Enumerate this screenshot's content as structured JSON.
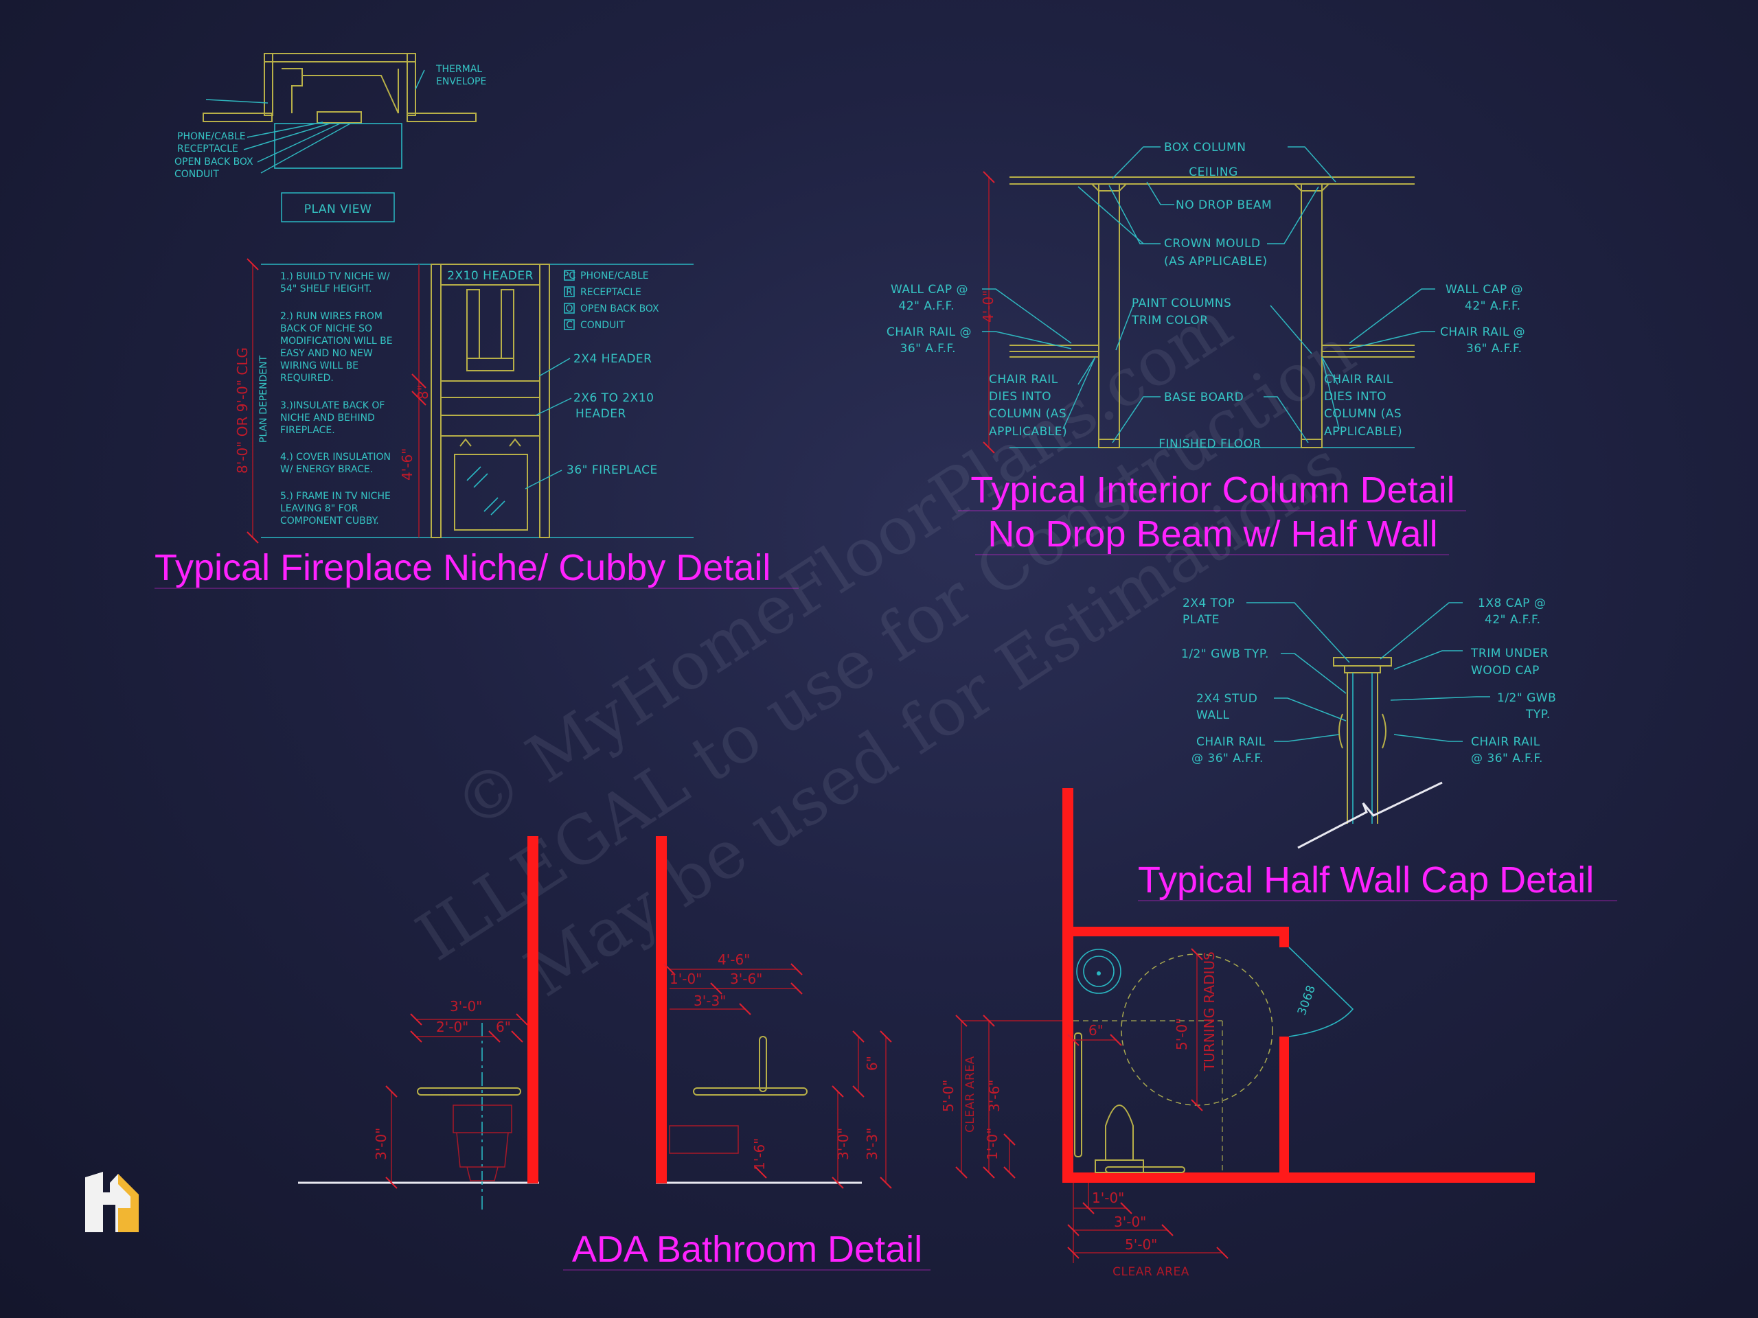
{
  "titles": {
    "fireplace": "Typical Fireplace Niche/ Cubby Detail",
    "column_line1": "Typical Interior Column Detail",
    "column_line2": "No Drop Beam w/ Half Wall",
    "halfwall": "Typical Half Wall Cap Detail",
    "ada": "ADA Bathroom Detail"
  },
  "watermark": {
    "line1": "© MyHomeFloorPlans.com",
    "line2": "ILLEGAL to use for Construction",
    "line3": "May be used for Estimations"
  },
  "fireplace": {
    "plan_view_label": "PLAN VIEW",
    "thermal_1": "THERMAL",
    "thermal_2": "ENVELOPE",
    "plan_labels": [
      "PHONE/CABLE",
      "RECEPTACLE",
      "OPEN BACK BOX",
      "CONDUIT"
    ],
    "notes": [
      "1.) BUILD TV NICHE W/",
      "54\" SHELF HEIGHT.",
      "2.) RUN WIRES FROM",
      "BACK OF NICHE SO",
      "MODIFICATION WILL BE",
      "EASY AND NO NEW",
      "WIRING WILL BE",
      "REQUIRED.",
      "3.)INSULATE BACK OF",
      "NICHE AND BEHIND",
      "FIREPLACE.",
      "4.) COVER INSULATION",
      "W/ ENERGY BRACE.",
      "5.) FRAME IN TV NICHE",
      "LEAVING 8\" FOR",
      "COMPONENT CUBBY."
    ],
    "header_2x10": "2X10 HEADER",
    "legend": [
      "PHONE/CABLE",
      "RECEPTACLE",
      "OPEN BACK BOX",
      "CONDUIT"
    ],
    "legend_codes": [
      "PC",
      "R",
      "O",
      "C"
    ],
    "label_2x4": "2X4 HEADER",
    "label_2x6_1": "2X6 TO 2X10",
    "label_2x6_2": "HEADER",
    "label_fireplace": "36\" FIREPLACE",
    "dim_height": "8'-0\" OR 9'-0\" CLG",
    "plan_dependent": "PLAN DEPENDENT",
    "dim_8": "8\"",
    "dim_4_6": "4'-6\""
  },
  "column": {
    "box_column": "BOX COLUMN",
    "ceiling": "CEILING",
    "no_drop_beam": "NO DROP BEAM",
    "crown_1": "CROWN MOULD",
    "crown_2": "(AS APPLICABLE)",
    "wall_cap_l1": "WALL CAP @",
    "wall_cap_l2": "42\" A.F.F.",
    "chair_rail_l1": "CHAIR RAIL @",
    "chair_rail_l2": "36\" A.F.F.",
    "paint_1": "PAINT COLUMNS",
    "paint_2": "TRIM COLOR",
    "dies_1": "CHAIR RAIL",
    "dies_2": "DIES INTO",
    "dies_3": "COLUMN (AS",
    "dies_4": "APPLICABLE)",
    "base_board": "BASE BOARD",
    "finished_floor": "FINISHED FLOOR",
    "dim_4": "4'-0\""
  },
  "halfwall": {
    "top_plate_1": "2X4 TOP",
    "top_plate_2": "PLATE",
    "gwb_l": "1/2\" GWB TYP.",
    "stud_1": "2X4 STUD",
    "stud_2": "WALL",
    "chair_l1": "CHAIR RAIL",
    "chair_l2": "@ 36\" A.F.F.",
    "cap_1": "1X8 CAP @",
    "cap_2": "42\" A.F.F.",
    "trim_1": "TRIM UNDER",
    "trim_2": "WOOD CAP",
    "gwb_r1": "1/2\" GWB",
    "gwb_r2": "TYP.",
    "chair_r1": "CHAIR RAIL",
    "chair_r2": "@ 36\" A.F.F."
  },
  "ada": {
    "d_3_0_a": "3'-0\"",
    "d_2_0": "2'-0\"",
    "d_6_a": "6\"",
    "d_3_0_b": "3'-0\"",
    "d_4_6": "4'-6\"",
    "d_1_0_a": "1'-0\"",
    "d_3_6_a": "3'-6\"",
    "d_3_3_a": "3'-3\"",
    "d_6_b": "6\"",
    "d_3_0_c": "3'-0\"",
    "d_3_3_b": "3'-3\"",
    "d_1_6": "1'-6\"",
    "door": "3068",
    "turning_radius": "TURNING RADIUS",
    "d_5_0": "5'-0\"",
    "d_6_c": "6\"",
    "d_5_0_b": "5'-0\"",
    "clear_area_v": "CLEAR AREA",
    "d_3_6_b": "3'-6\"",
    "d_1_0_b": "1'-0\"",
    "d_1_0_c": "1'-0\"",
    "d_3_0_d": "3'-0\"",
    "d_5_0_c": "5'-0\"",
    "clear_area_h": "CLEAR AREA"
  }
}
